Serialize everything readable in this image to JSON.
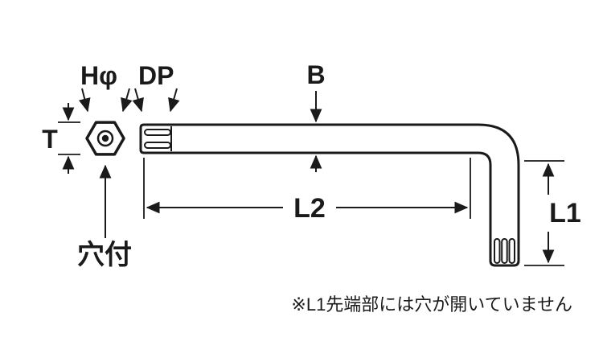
{
  "diagram": {
    "title": "hex-key-dimension-diagram",
    "labels": {
      "h_phi": "Hφ",
      "dp": "DP",
      "b": "B",
      "t": "T",
      "l2": "L2",
      "l1": "L1",
      "hole": "穴付"
    },
    "note": "※L1先端部には穴が開いていません",
    "colors": {
      "line": "#1a1a1a",
      "background": "#ffffff"
    }
  }
}
